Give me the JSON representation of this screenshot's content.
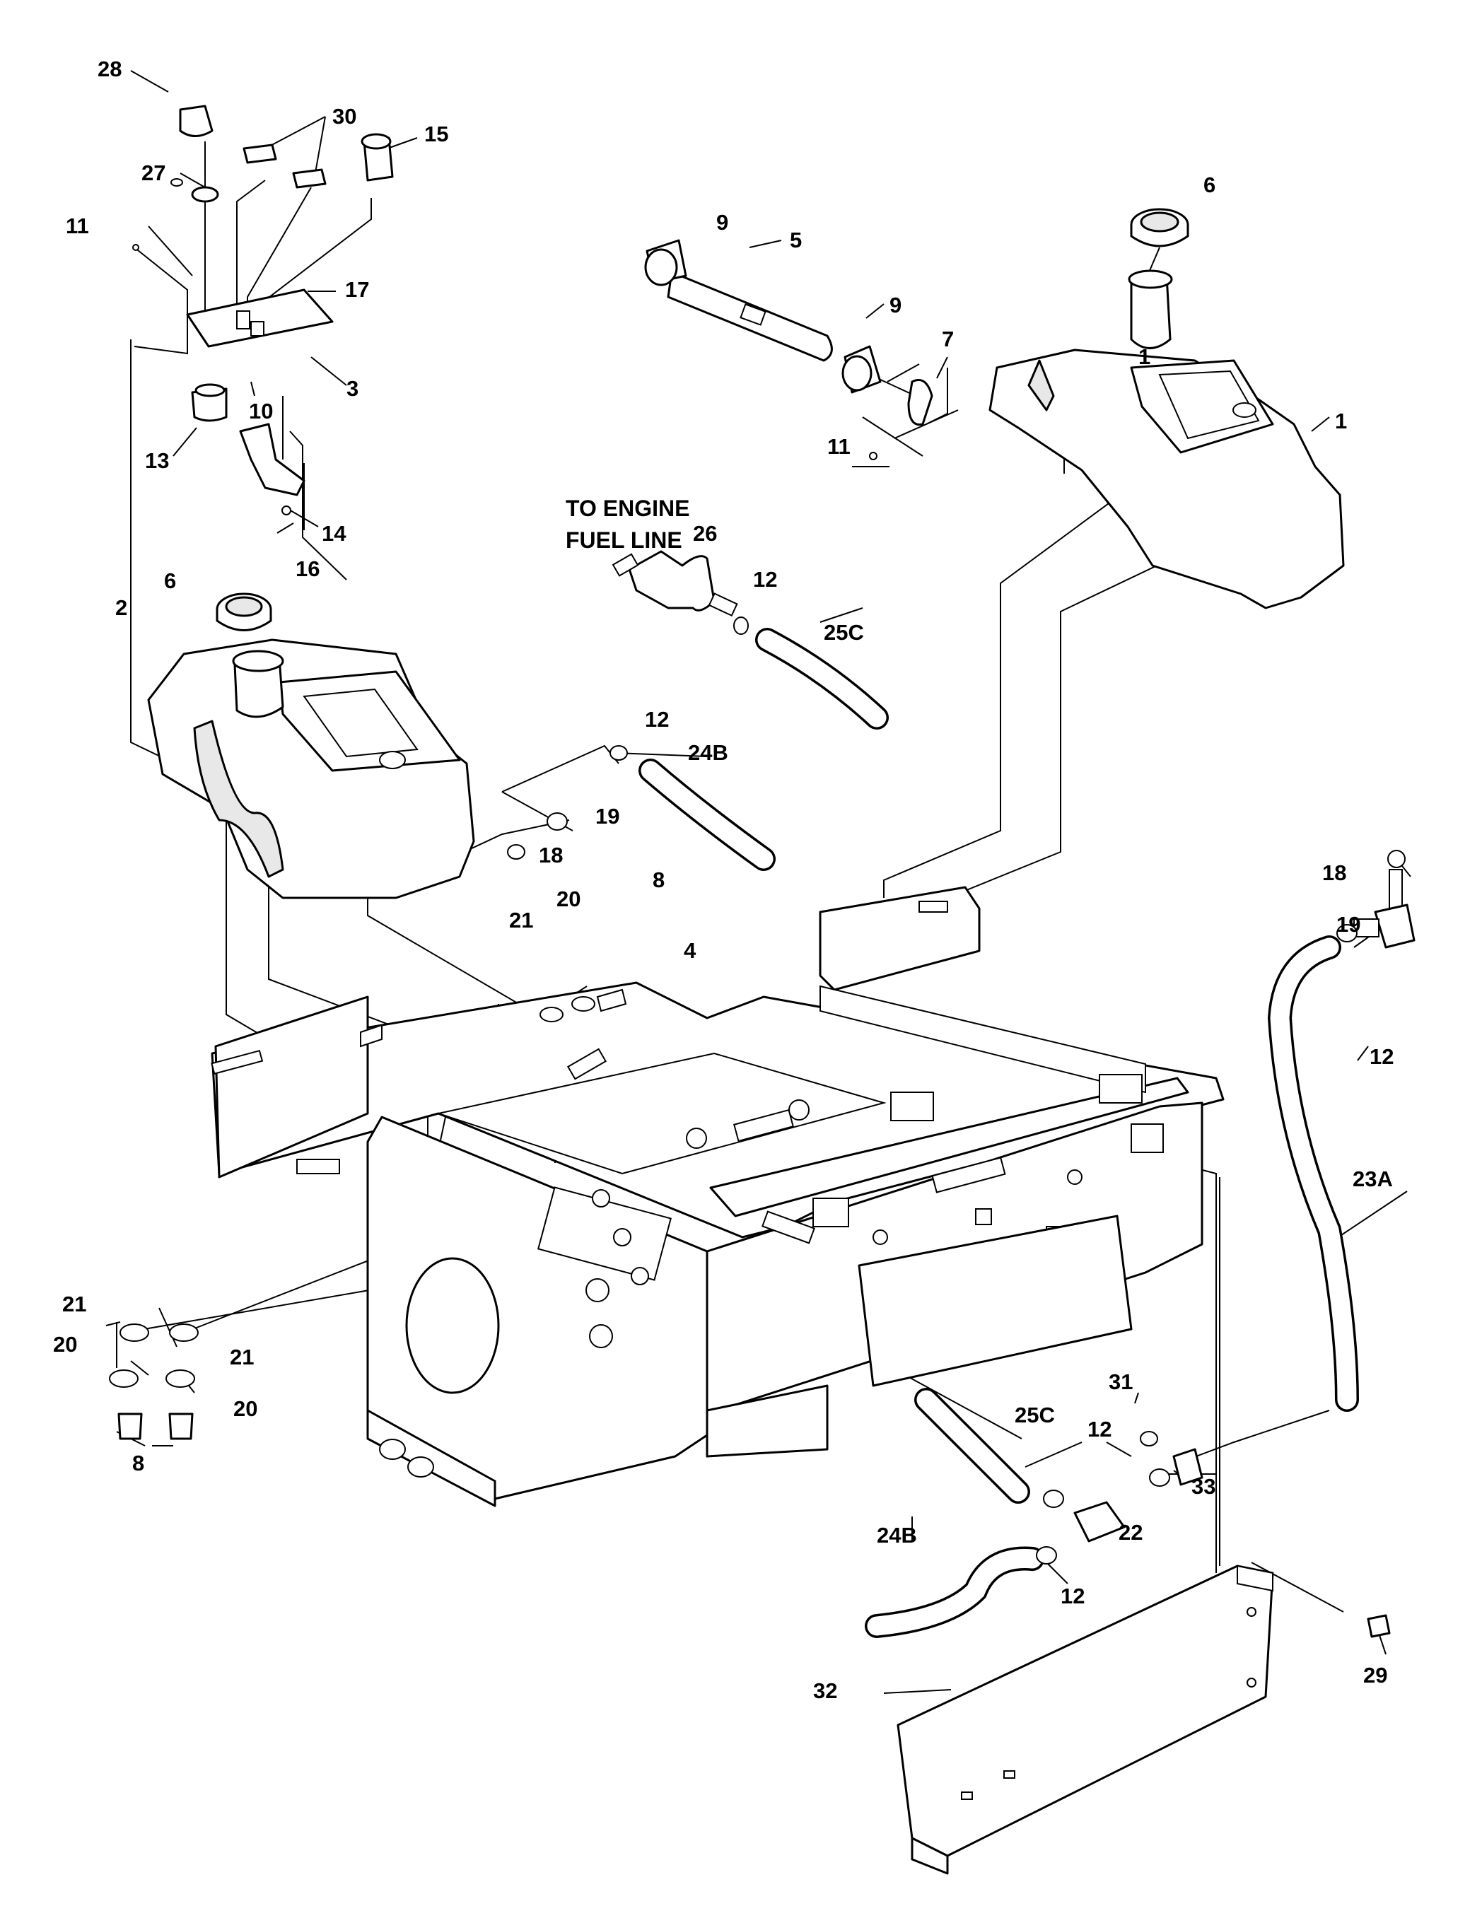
{
  "note": {
    "line1": "TO ENGINE",
    "line2": "FUEL LINE"
  },
  "callouts": [
    {
      "id": "c28",
      "text": "28"
    },
    {
      "id": "c30",
      "text": "30"
    },
    {
      "id": "c15",
      "text": "15"
    },
    {
      "id": "c27",
      "text": "27"
    },
    {
      "id": "c11a",
      "text": "11"
    },
    {
      "id": "c17",
      "text": "17"
    },
    {
      "id": "c3",
      "text": "3"
    },
    {
      "id": "c10",
      "text": "10"
    },
    {
      "id": "c13",
      "text": "13"
    },
    {
      "id": "c14",
      "text": "14"
    },
    {
      "id": "c16",
      "text": "16"
    },
    {
      "id": "c6a",
      "text": "6"
    },
    {
      "id": "c2",
      "text": "2"
    },
    {
      "id": "c9a",
      "text": "9"
    },
    {
      "id": "c5",
      "text": "5"
    },
    {
      "id": "c9b",
      "text": "9"
    },
    {
      "id": "c7",
      "text": "7"
    },
    {
      "id": "c11b",
      "text": "11"
    },
    {
      "id": "c6b",
      "text": "6"
    },
    {
      "id": "c1a",
      "text": "1"
    },
    {
      "id": "c1b",
      "text": "1"
    },
    {
      "id": "c26",
      "text": "26"
    },
    {
      "id": "c12a",
      "text": "12"
    },
    {
      "id": "c25Ca",
      "text": "25C"
    },
    {
      "id": "c12b",
      "text": "12"
    },
    {
      "id": "c24Ba",
      "text": "24B"
    },
    {
      "id": "c19a",
      "text": "19"
    },
    {
      "id": "c18a",
      "text": "18"
    },
    {
      "id": "c8a",
      "text": "8"
    },
    {
      "id": "c20a",
      "text": "20"
    },
    {
      "id": "c21a",
      "text": "21"
    },
    {
      "id": "c4",
      "text": "4"
    },
    {
      "id": "c18b",
      "text": "18"
    },
    {
      "id": "c19b",
      "text": "19"
    },
    {
      "id": "c12c",
      "text": "12"
    },
    {
      "id": "c23A",
      "text": "23A"
    },
    {
      "id": "c21b",
      "text": "21"
    },
    {
      "id": "c20b",
      "text": "20"
    },
    {
      "id": "c21c",
      "text": "21"
    },
    {
      "id": "c20c",
      "text": "20"
    },
    {
      "id": "c8b",
      "text": "8"
    },
    {
      "id": "c31",
      "text": "31"
    },
    {
      "id": "c25Cb",
      "text": "25C"
    },
    {
      "id": "c12d",
      "text": "12"
    },
    {
      "id": "c33",
      "text": "33"
    },
    {
      "id": "c22",
      "text": "22"
    },
    {
      "id": "c24Bb",
      "text": "24B"
    },
    {
      "id": "c12e",
      "text": "12"
    },
    {
      "id": "c29",
      "text": "29"
    },
    {
      "id": "c32",
      "text": "32"
    }
  ]
}
